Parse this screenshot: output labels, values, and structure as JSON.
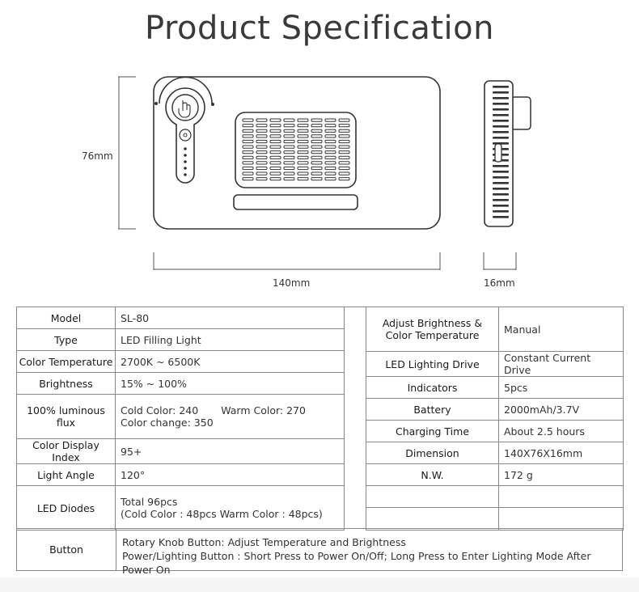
{
  "title": "Product Specification",
  "dimensions": {
    "height": "76mm",
    "width": "140mm",
    "depth": "16mm"
  },
  "spec_left": [
    {
      "key": "Model",
      "value": "SL-80"
    },
    {
      "key": "Type",
      "value": "LED Filling Light"
    },
    {
      "key": "Color Temperature",
      "value": "2700K ~ 6500K"
    },
    {
      "key": "Brightness",
      "value": "15% ~ 100%"
    },
    {
      "key": "100% luminous flux",
      "value": "Cold Color: 240",
      "value2": "Warm Color: 270",
      "value3": "Color change: 350"
    },
    {
      "key": "Color Display Index",
      "value": "95+"
    },
    {
      "key": "Light Angle",
      "value": "120°"
    },
    {
      "key": "LED Diodes",
      "value": "Total 96pcs",
      "value2": "(Cold Color : 48pcs  Warm Color : 48pcs)"
    }
  ],
  "spec_right": [
    {
      "key": "Adjust Brightness &",
      "key2": "Color Temperature",
      "value": "Manual"
    },
    {
      "key": "LED Lighting Drive",
      "value": "Constant Current Drive"
    },
    {
      "key": "Indicators",
      "value": "5pcs"
    },
    {
      "key": "Battery",
      "value": "2000mAh/3.7V"
    },
    {
      "key": "Charging Time",
      "value": "About 2.5 hours"
    },
    {
      "key": "Dimension",
      "value": "140X76X16mm"
    },
    {
      "key": "N.W.",
      "value": "172 g"
    }
  ],
  "button_row": {
    "key": "Button",
    "line1": "Rotary Knob Button: Adjust Temperature and Brightness",
    "line2": "Power/Lighting Button : Short Press to Power On/Off; Long Press to Enter Lighting Mode After Power On"
  },
  "icons": [
    "hand-press-icon"
  ],
  "colors": {
    "border": "#888888",
    "outline": "#333333"
  }
}
